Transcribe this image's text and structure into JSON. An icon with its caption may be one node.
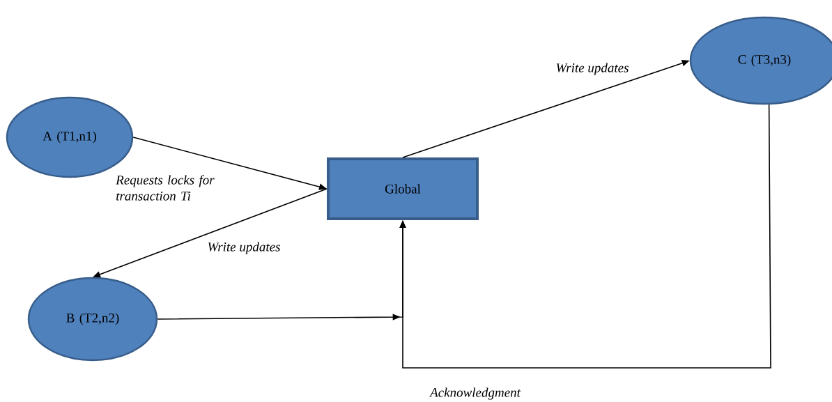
{
  "diagram": {
    "nodes": [
      {
        "text": [
          "A (T1,n1)"
        ]
      },
      {
        "text": [
          "Global"
        ]
      },
      {
        "text": [
          "C (T3,n3)"
        ]
      },
      {
        "text": [
          "B (T2,n2)"
        ]
      }
    ],
    "edges": [
      {
        "from": 0,
        "to": 1,
        "arrow": "to",
        "label": "Requests locks for transaction Ti"
      },
      {
        "from": 1,
        "to": 2,
        "arrow": "to",
        "label": "Write updates"
      },
      {
        "from": 1,
        "to": 3,
        "arrow": "to",
        "label": "Write updates"
      },
      {
        "from": 3,
        "to": 1,
        "arrow": "to"
      },
      {
        "from": 2,
        "to": 1,
        "arrow": "to",
        "label": "Acknowledgment"
      }
    ]
  }
}
